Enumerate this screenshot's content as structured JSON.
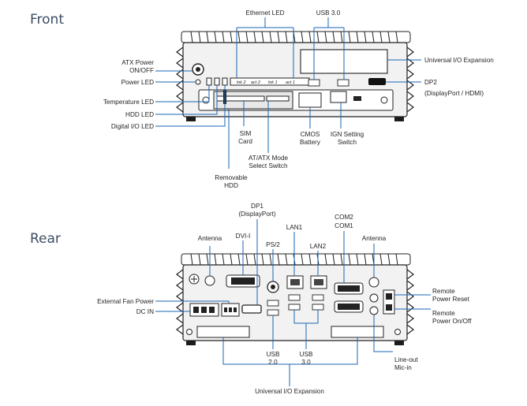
{
  "sections": {
    "front": "Front",
    "rear": "Rear"
  },
  "front": {
    "callouts": {
      "ethernet_led": "Ethernet LED",
      "usb30": "USB 3.0",
      "atx_power_1": "ATX Power",
      "atx_power_2": "ON/OFF",
      "power_led": "Power LED",
      "temperature_led": "Temperature LED",
      "hdd_led": "HDD LED",
      "digital_io_led": "Digital I/O LED",
      "universal_io": "Universal I/O Expansion",
      "dp2_1": "DP2",
      "dp2_2": "(DisplayPort / HDMI)",
      "sim_1": "SIM",
      "sim_2": "Card",
      "atatx_1": "AT/ATX Mode",
      "atatx_2": "Select Switch",
      "cmos_1": "CMOS",
      "cmos_2": "Battery",
      "ign_1": "IGN Setting",
      "ign_2": "Switch",
      "hdd_1": "Removable",
      "hdd_2": "HDD"
    },
    "panel_labels": {
      "lnk2": "lnk 2",
      "act2": "act 2",
      "lnk1": "lnk 1",
      "act1": "act 1"
    }
  },
  "rear": {
    "callouts": {
      "dp1_1": "DP1",
      "dp1_2": "(DisplayPort)",
      "com2": "COM2",
      "com1": "COM1",
      "antenna_left": "Antenna",
      "dvi": "DVI-I",
      "ps2": "PS/2",
      "lan1": "LAN1",
      "lan2": "LAN2",
      "antenna_right": "Antenna",
      "ext_fan": "External Fan Power",
      "dc_in": "DC IN",
      "remote_reset_1": "Remote",
      "remote_reset_2": "Power Reset",
      "remote_onoff_1": "Remote",
      "remote_onoff_2": "Power On/Off",
      "usb20_1": "USB",
      "usb20_2": "2.0",
      "usb30_1": "USB",
      "usb30_2": "3.0",
      "lineout": "Line-out",
      "micin": "Mic-in",
      "universal_io": "Universal I/O Expansion"
    }
  }
}
